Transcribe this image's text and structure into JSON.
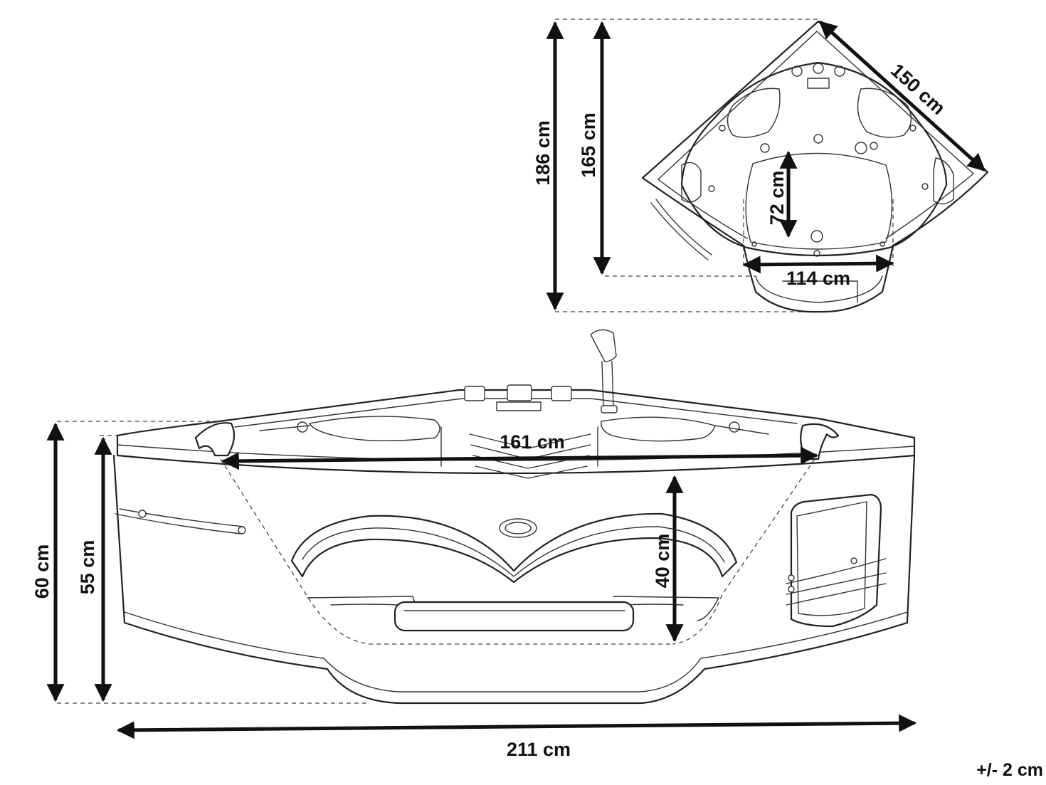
{
  "dimensions": {
    "top_height_outer": "186 cm",
    "top_height_inner": "165 cm",
    "diagonal_side": "150 cm",
    "basin_depth": "72 cm",
    "basin_width": "114 cm",
    "inner_width": "161 cm",
    "front_height": "40 cm",
    "total_height": "60 cm",
    "rim_height": "55 cm",
    "total_width": "211 cm",
    "tolerance": "+/- 2 cm"
  }
}
